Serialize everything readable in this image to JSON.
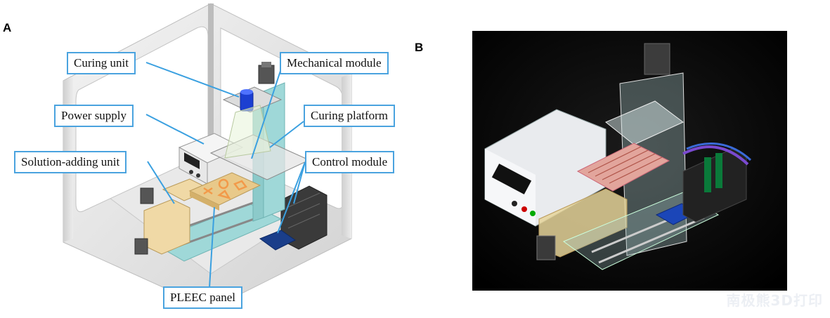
{
  "panels": {
    "a": "A",
    "b": "B"
  },
  "callouts": {
    "curing_unit": "Curing unit",
    "mechanical_module": "Mechanical module",
    "power_supply": "Power supply",
    "curing_platform": "Curing platform",
    "solution_adding_unit": "Solution-adding unit",
    "control_module": "Control module",
    "pleec_panel": "PLEEC panel"
  },
  "watermark": "南极熊3D打印",
  "colors": {
    "callout_border": "#4aa3df",
    "leader_line": "#3aa0e0",
    "frame": "#e6e6e6",
    "acrylic": "#9fd8d8",
    "wood": "#e8c98a",
    "pleec_shapes": "#f29a4a"
  }
}
